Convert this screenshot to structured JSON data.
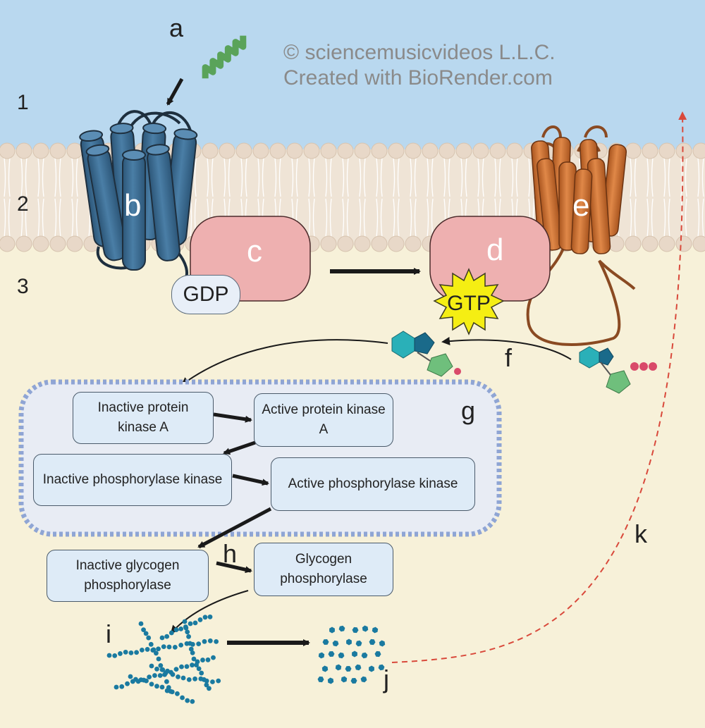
{
  "watermark": {
    "line1": "© sciencemusicvideos L.L.C.",
    "line2": "Created with BioRender.com"
  },
  "regions": [
    "1",
    "2",
    "3"
  ],
  "letters": {
    "a": "a",
    "b": "b",
    "c": "c",
    "d": "d",
    "e": "e",
    "f": "f",
    "g": "g",
    "h": "h",
    "i": "i",
    "j": "j",
    "k": "k"
  },
  "molecules": {
    "gdp": "GDP",
    "gtp": "GTP"
  },
  "cascade": {
    "inactive_pka": "Inactive protein kinase A",
    "active_pka": "Active protein kinase A",
    "inactive_phk": "Inactive phosphorylase kinase",
    "active_phk": "Active phosphorylase kinase",
    "inactive_gp": "Inactive glycogen phosphorylase",
    "gp": "Glycogen phosphorylase"
  },
  "colors": {
    "extracellular": "#b9d8ef",
    "cytoplasm": "#f7f1d9",
    "membrane": "#efe4d6",
    "head": "#e8d8c8",
    "receptor": "#3f6f94",
    "gprotein": "#eeb0b0",
    "cyclase": "#d0733a",
    "gtp_star": "#f5ee13",
    "box_fill": "#deebf7",
    "cascade_border": "#8fa5d4",
    "signal_arrow": "#d9493b",
    "glucose": "#1a7aa0",
    "atp_base": "#2ab0b8",
    "atp_sugar": "#6fbf7c",
    "phosphate": "#d94a6a"
  }
}
